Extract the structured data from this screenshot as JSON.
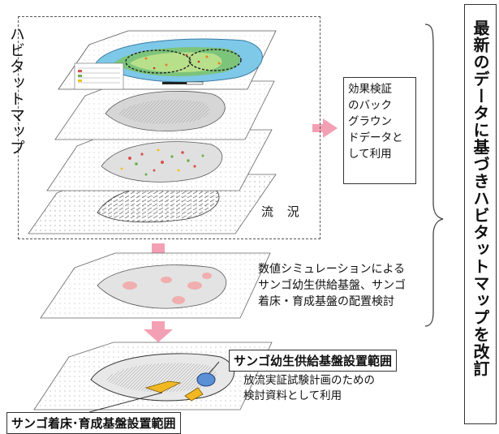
{
  "habitat_map_label": "ハビタットマップ",
  "flow_label": "流 況",
  "note": {
    "lines": [
      "効果検証",
      "のバック",
      "グラウン",
      "ドデータと",
      "して利用"
    ]
  },
  "simulation": {
    "lines": [
      "数値シミュレーションによる",
      "サンゴ幼生供給基盤、サンゴ",
      "着床・育成基盤の配置検討"
    ]
  },
  "tags": {
    "supply_range": "サンゴ幼生供給基盤設置範囲",
    "settlement_range": "サンゴ着床･育成基盤設置範囲"
  },
  "release": {
    "lines": [
      "放流実証試験計画のための",
      "検討資料として利用"
    ]
  },
  "conclusion": "最新のデータに基づきハビタットマップを改訂",
  "colors": {
    "arrow": "#f4a0b4",
    "lagoon": "#7ec8e8",
    "land": "#7cc47a",
    "supply_area": "#5b8fd6",
    "settlement_area": "#f2b824"
  }
}
